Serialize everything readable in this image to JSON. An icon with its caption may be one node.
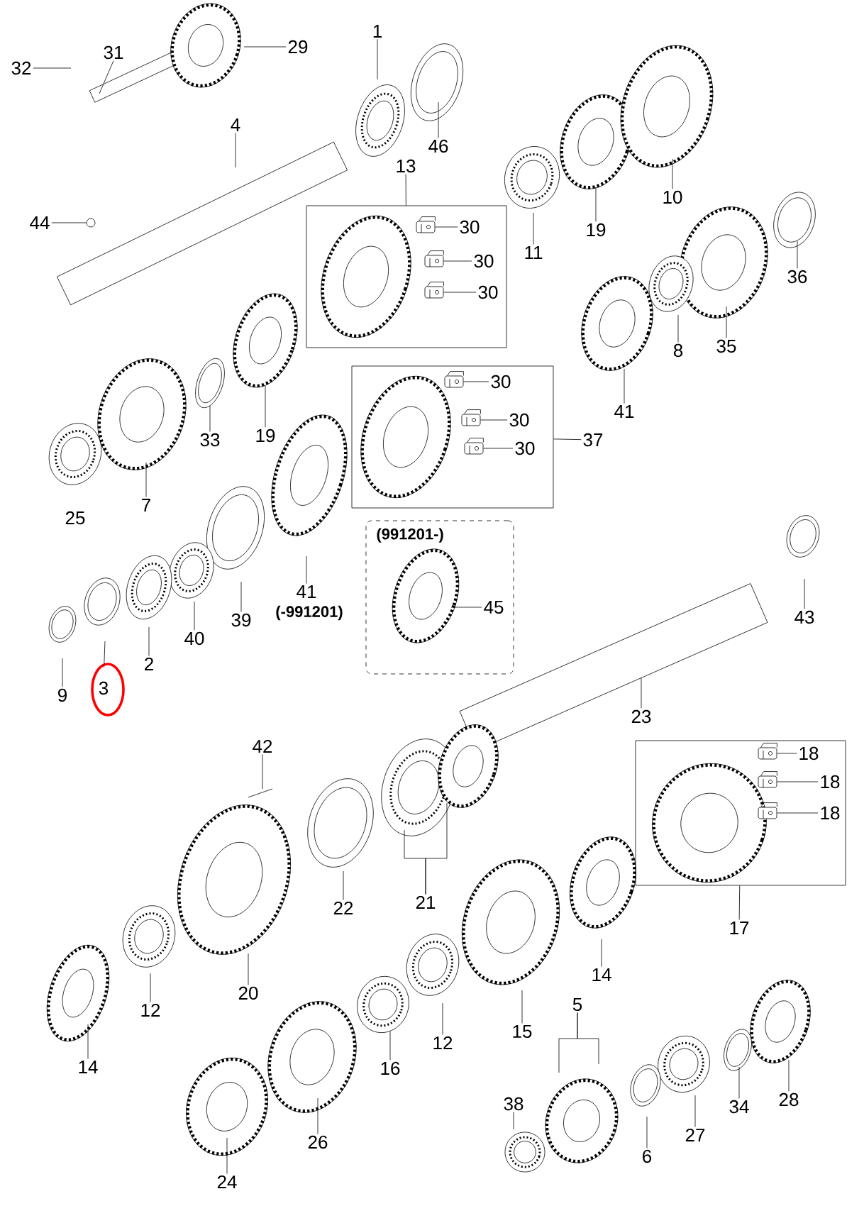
{
  "diagram": {
    "nodes": [
      {
        "text": [
          "32"
        ]
      },
      {
        "text": [
          "31"
        ]
      },
      {
        "text": [
          "29"
        ]
      },
      {
        "text": [
          "1"
        ]
      },
      {
        "text": [
          "46"
        ]
      },
      {
        "text": [
          "4"
        ]
      },
      {
        "text": [
          "44"
        ]
      },
      {
        "text": [],
        "shape": "box"
      },
      {
        "text": [
          "13"
        ]
      },
      {
        "text": [
          "30"
        ],
        "in": 7
      },
      {
        "text": [
          "30"
        ],
        "in": 7
      },
      {
        "text": [
          "30"
        ],
        "in": 7
      },
      {
        "text": [
          "11"
        ]
      },
      {
        "text": [
          "19"
        ]
      },
      {
        "text": [
          "10"
        ]
      },
      {
        "text": [
          "36"
        ]
      },
      {
        "text": [
          "35"
        ]
      },
      {
        "text": [
          "8"
        ]
      },
      {
        "text": [
          "41"
        ]
      },
      {
        "text": [],
        "shape": "box"
      },
      {
        "text": [
          "30"
        ],
        "in": 19
      },
      {
        "text": [
          "30"
        ],
        "in": 19
      },
      {
        "text": [
          "30"
        ],
        "in": 19
      },
      {
        "text": [
          "37"
        ]
      },
      {
        "text": [
          "33"
        ]
      },
      {
        "text": [
          "19"
        ]
      },
      {
        "text": [
          "7"
        ]
      },
      {
        "text": [
          "41"
        ],
        "beside": [
          "(-991201)"
        ]
      },
      {
        "text": [
          "(991201-)"
        ]
      },
      {
        "text": [
          "45"
        ],
        "in": 28
      },
      {
        "text": [
          "39"
        ]
      },
      {
        "text": [
          "40"
        ]
      },
      {
        "text": [
          "2"
        ]
      },
      {
        "text": [
          "9"
        ]
      },
      {
        "text": [
          "3"
        ]
      },
      {
        "text": [
          "43"
        ]
      },
      {
        "text": [
          "23"
        ]
      },
      {
        "text": [
          "42"
        ]
      },
      {
        "text": [
          "22"
        ]
      },
      {
        "text": [
          "21"
        ]
      },
      {
        "text": [
          "20"
        ]
      },
      {
        "text": [
          "12"
        ]
      },
      {
        "text": [
          "14"
        ]
      },
      {
        "text": [],
        "shape": "box"
      },
      {
        "text": [
          "18"
        ],
        "in": 43
      },
      {
        "text": [
          "18"
        ],
        "in": 43
      },
      {
        "text": [
          "18"
        ],
        "in": 43
      },
      {
        "text": [
          "17"
        ]
      },
      {
        "text": [
          "14"
        ]
      },
      {
        "text": [
          "15"
        ]
      },
      {
        "text": [
          "12"
        ]
      },
      {
        "text": [
          "16"
        ]
      },
      {
        "text": [
          "26"
        ]
      },
      {
        "text": [
          "24"
        ]
      },
      {
        "text": [
          "5"
        ]
      },
      {
        "text": [
          "38"
        ]
      },
      {
        "text": [
          "6"
        ]
      },
      {
        "text": [
          "27"
        ]
      },
      {
        "text": [
          "34"
        ]
      },
      {
        "text": [
          "28"
        ]
      },
      {
        "text": [],
        "shape": "circle"
      },
      {
        "text": [],
        "shape": "picture",
        "in": 7
      },
      {
        "text": [],
        "shape": "picture",
        "in": 7
      },
      {
        "text": [],
        "shape": "picture",
        "in": 7
      },
      {
        "text": [],
        "shape": "picture",
        "in": 19
      },
      {
        "text": [],
        "shape": "picture",
        "in": 19
      },
      {
        "text": [],
        "shape": "picture",
        "in": 19
      },
      {
        "text": [],
        "shape": "picture",
        "in": 43
      },
      {
        "text": [],
        "shape": "picture",
        "in": 43
      },
      {
        "text": [],
        "shape": "picture",
        "in": 43
      }
    ],
    "edges": [
      {
        "from": 0,
        "to": null,
        "arrow": "none"
      },
      {
        "from": 1,
        "to": null,
        "arrow": "none"
      },
      {
        "from": 2,
        "to": null,
        "arrow": "none"
      },
      {
        "from": 3,
        "to": null,
        "arrow": "none"
      },
      {
        "from": 4,
        "to": null,
        "arrow": "none"
      },
      {
        "from": 5,
        "to": null,
        "arrow": "none"
      },
      {
        "from": 6,
        "to": 60,
        "arrow": "none"
      },
      {
        "from": 8,
        "to": 7,
        "arrow": "none"
      },
      {
        "from": 9,
        "to": 61,
        "arrow": "none"
      },
      {
        "from": 10,
        "to": 62,
        "arrow": "none"
      },
      {
        "from": 11,
        "to": 63,
        "arrow": "none"
      },
      {
        "from": 12,
        "to": null,
        "arrow": "none"
      },
      {
        "from": 13,
        "to": null,
        "arrow": "none"
      },
      {
        "from": 14,
        "to": null,
        "arrow": "none"
      },
      {
        "from": 15,
        "to": null,
        "arrow": "none"
      },
      {
        "from": 16,
        "to": null,
        "arrow": "none"
      },
      {
        "from": 17,
        "to": null,
        "arrow": "none"
      },
      {
        "from": 18,
        "to": null,
        "arrow": "none"
      },
      {
        "from": 20,
        "to": 64,
        "arrow": "none"
      },
      {
        "from": 21,
        "to": 65,
        "arrow": "none"
      },
      {
        "from": 22,
        "to": 66,
        "arrow": "none"
      },
      {
        "from": 23,
        "to": 19,
        "arrow": "none"
      },
      {
        "from": 24,
        "to": null,
        "arrow": "none"
      },
      {
        "from": 25,
        "to": null,
        "arrow": "none"
      },
      {
        "from": 26,
        "to": null,
        "arrow": "none"
      },
      {
        "from": 27,
        "to": null,
        "arrow": "none"
      },
      {
        "from": 29,
        "to": null,
        "arrow": "none"
      },
      {
        "from": 30,
        "to": null,
        "arrow": "none"
      },
      {
        "from": 31,
        "to": null,
        "arrow": "none"
      },
      {
        "from": 32,
        "to": null,
        "arrow": "none"
      },
      {
        "from": 33,
        "to": null,
        "arrow": "none"
      },
      {
        "from": 34,
        "to": null,
        "arrow": "none"
      },
      {
        "from": 35,
        "to": null,
        "arrow": "none"
      },
      {
        "from": 36,
        "to": null,
        "arrow": "none"
      },
      {
        "from": 37,
        "to": null,
        "arrow": "none"
      },
      {
        "from": 38,
        "to": null,
        "arrow": "none"
      },
      {
        "from": 39,
        "to": null,
        "arrow": "none"
      },
      {
        "from": 39,
        "to": null,
        "arrow": "none"
      },
      {
        "from": 40,
        "to": null,
        "arrow": "none"
      },
      {
        "from": 41,
        "to": null,
        "arrow": "none"
      },
      {
        "from": 42,
        "to": null,
        "arrow": "none"
      },
      {
        "from": 44,
        "to": 67,
        "arrow": "none"
      },
      {
        "from": 45,
        "to": 68,
        "arrow": "none"
      },
      {
        "from": 46,
        "to": 69,
        "arrow": "none"
      },
      {
        "from": 47,
        "to": 43,
        "arrow": "none"
      },
      {
        "from": 48,
        "to": null,
        "arrow": "none"
      },
      {
        "from": 49,
        "to": null,
        "arrow": "none"
      },
      {
        "from": 50,
        "to": null,
        "arrow": "none"
      },
      {
        "from": 51,
        "to": null,
        "arrow": "none"
      },
      {
        "from": 52,
        "to": null,
        "arrow": "none"
      },
      {
        "from": 53,
        "to": null,
        "arrow": "none"
      },
      {
        "from": 54,
        "to": null,
        "arrow": "none"
      },
      {
        "from": 54,
        "to": null,
        "arrow": "none"
      },
      {
        "from": 55,
        "to": null,
        "arrow": "none"
      },
      {
        "from": 56,
        "to": null,
        "arrow": "none"
      },
      {
        "from": 57,
        "to": null,
        "arrow": "none"
      },
      {
        "from": 58,
        "to": null,
        "arrow": "none"
      },
      {
        "from": 59,
        "to": null,
        "arrow": "none"
      }
    ],
    "labels": [
      "25"
    ]
  }
}
